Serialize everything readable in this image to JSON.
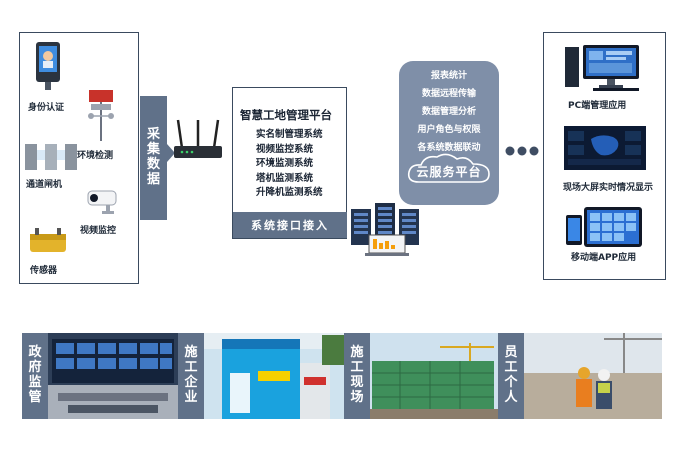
{
  "collection": {
    "devices": [
      "身份认证",
      "环境检测",
      "通道闸机",
      "视频监控",
      "传感器"
    ],
    "label_chars": [
      "采",
      "集",
      "数",
      "据"
    ]
  },
  "platform": {
    "title": "智慧工地管理平台",
    "items": [
      "实名制管理系统",
      "视频监控系统",
      "环境监测系统",
      "塔机监测系统",
      "升降机监测系统"
    ],
    "interface": "系统接口接入"
  },
  "cloud": {
    "items": [
      "报表统计",
      "数据远程传输",
      "数据管理分析",
      "用户角色与权限",
      "各系统数据联动"
    ],
    "title": "云服务平台"
  },
  "apps": [
    "PC端管理应用",
    "现场大屏实时情况显示",
    "移动端APP应用"
  ],
  "bottom_labels": [
    [
      "政",
      "府",
      "监",
      "管"
    ],
    [
      "施",
      "工",
      "企",
      "业"
    ],
    [
      "施",
      "工",
      "现",
      "场"
    ],
    [
      "员",
      "工",
      "个",
      "人"
    ]
  ],
  "colors": {
    "slate": "#607189",
    "border": "#3a4a5e",
    "cloud": "#7f8fa8"
  }
}
